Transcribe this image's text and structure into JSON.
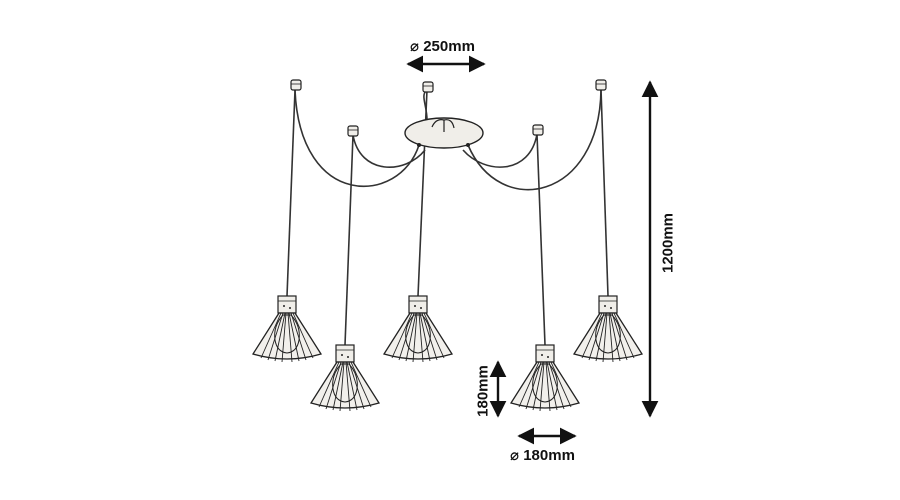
{
  "dimensions": {
    "canopy_diameter": "⌀ 250mm",
    "shade_diameter": "⌀ 180mm",
    "total_height": "1200mm",
    "shade_height": "180mm"
  },
  "colors": {
    "line": "#222222",
    "cable": "#333333",
    "shade_fill": "#f2f0ec",
    "canopy_fill": "#f0eee9"
  },
  "pendant_count": 5
}
